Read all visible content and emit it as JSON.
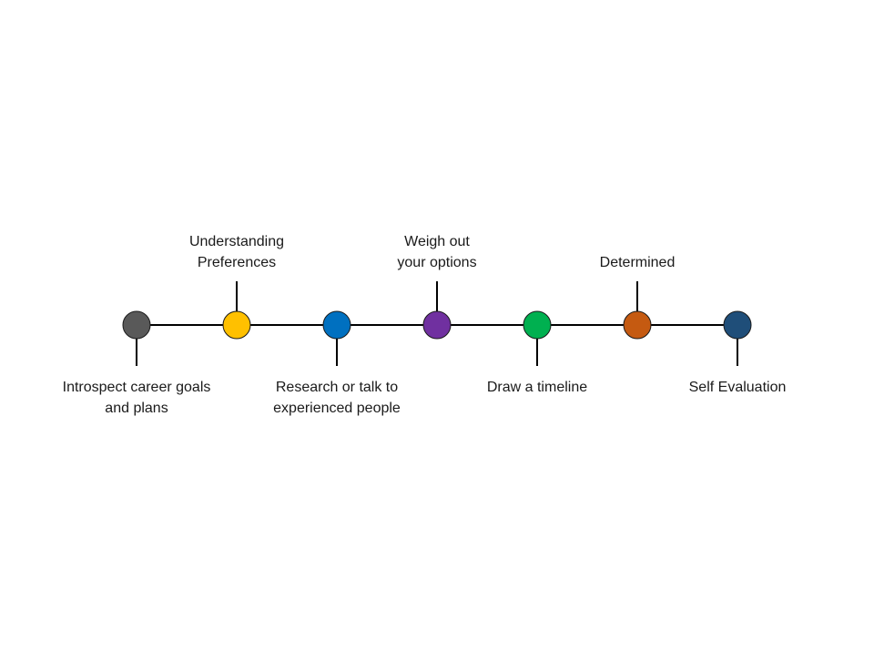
{
  "steps": [
    {
      "label": "Introspect career goals\nand plans",
      "color": "#595959",
      "side": "below"
    },
    {
      "label": "Understanding\nPreferences",
      "color": "#FFC000",
      "side": "above"
    },
    {
      "label": "Research or talk to\nexperienced people",
      "color": "#0070C0",
      "side": "below"
    },
    {
      "label": "Weigh out\nyour options",
      "color": "#7030A0",
      "side": "above"
    },
    {
      "label": "Draw a timeline",
      "color": "#00B050",
      "side": "below"
    },
    {
      "label": "Determined",
      "color": "#C55A11",
      "side": "above"
    },
    {
      "label": "Self Evaluation",
      "color": "#1F4E79",
      "side": "below"
    }
  ]
}
